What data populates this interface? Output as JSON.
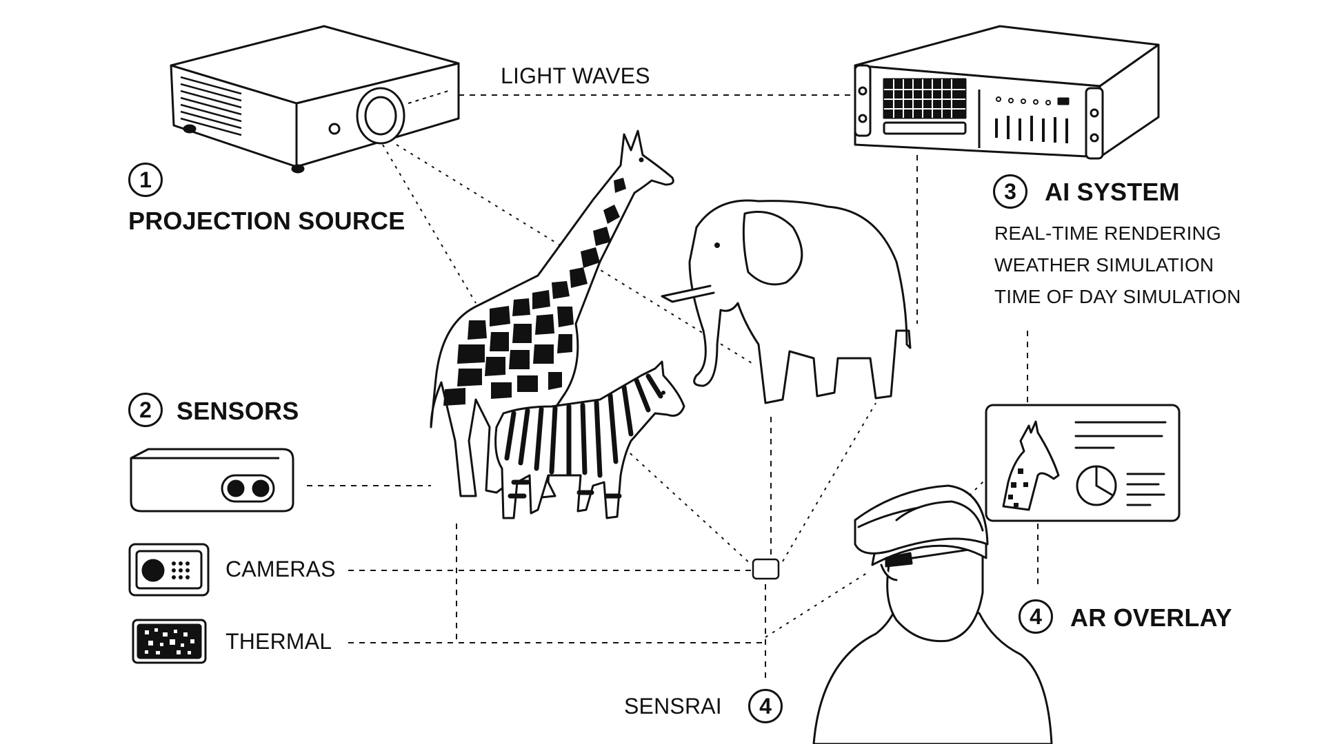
{
  "labels": {
    "light_waves": "LIGHT WAVES",
    "projection_num": "1",
    "projection_source": "PROJECTION SOURCE",
    "sensors_num": "2",
    "sensors": "SENSORS",
    "cameras": "CAMERAS",
    "thermal": "THERMAL",
    "ai_num": "3",
    "ai_system": "AI SYSTEM",
    "ai_items": [
      "REAL-TIME RENDERING",
      "WEATHER SIMULATION",
      "TIME OF DAY SIMULATION"
    ],
    "ar_num": "4",
    "ar_overlay": "AR OVERLAY",
    "sensrai": "SENSRAI",
    "sensrai_num": "4"
  },
  "icons": {
    "projector": "projector-icon",
    "server": "server-rack-icon",
    "sensor": "depth-sensor-icon",
    "camera": "camera-icon",
    "thermal": "thermal-sensor-icon",
    "hub": "hub-node-icon",
    "giraffe": "giraffe-icon",
    "elephant": "elephant-icon",
    "zebra": "zebra-icon",
    "person": "ar-headset-person-icon",
    "display": "ar-display-panel-icon"
  },
  "colors": {
    "ink": "#111111",
    "background": "#ffffff"
  }
}
